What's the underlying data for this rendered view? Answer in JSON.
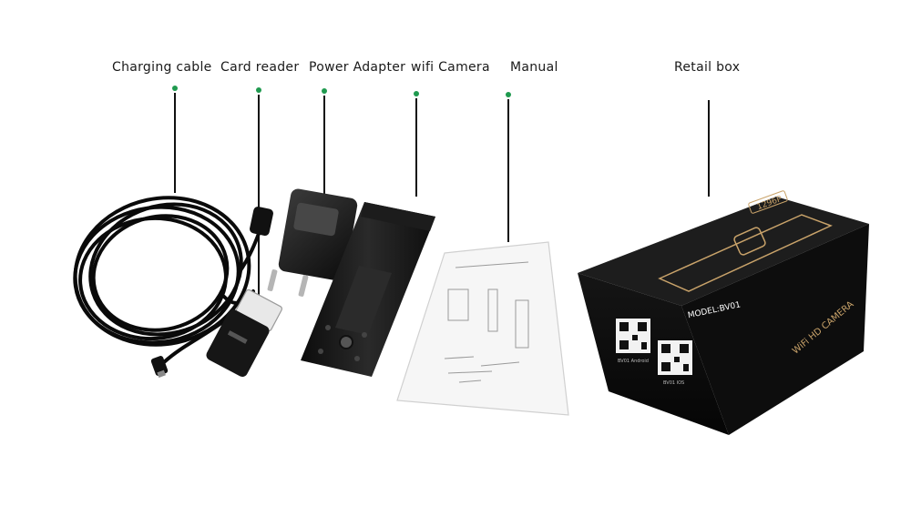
{
  "labels": {
    "charging_cable": "Charging cable",
    "card_reader": "Card reader",
    "power_adapter": "Power Adapter",
    "wifi_camera": "wifi Camera",
    "manual": "Manual",
    "retail_box": "Retail box"
  },
  "box_text": {
    "resolution": "1296P",
    "model": "MODEL:BV01",
    "side": "WiFi HD CAMERA",
    "qr_left": "BV01 Android",
    "qr_right": "BV01 IOS"
  },
  "colors": {
    "dot": "#1f9a4f",
    "box_gold": "#c9a36a"
  }
}
